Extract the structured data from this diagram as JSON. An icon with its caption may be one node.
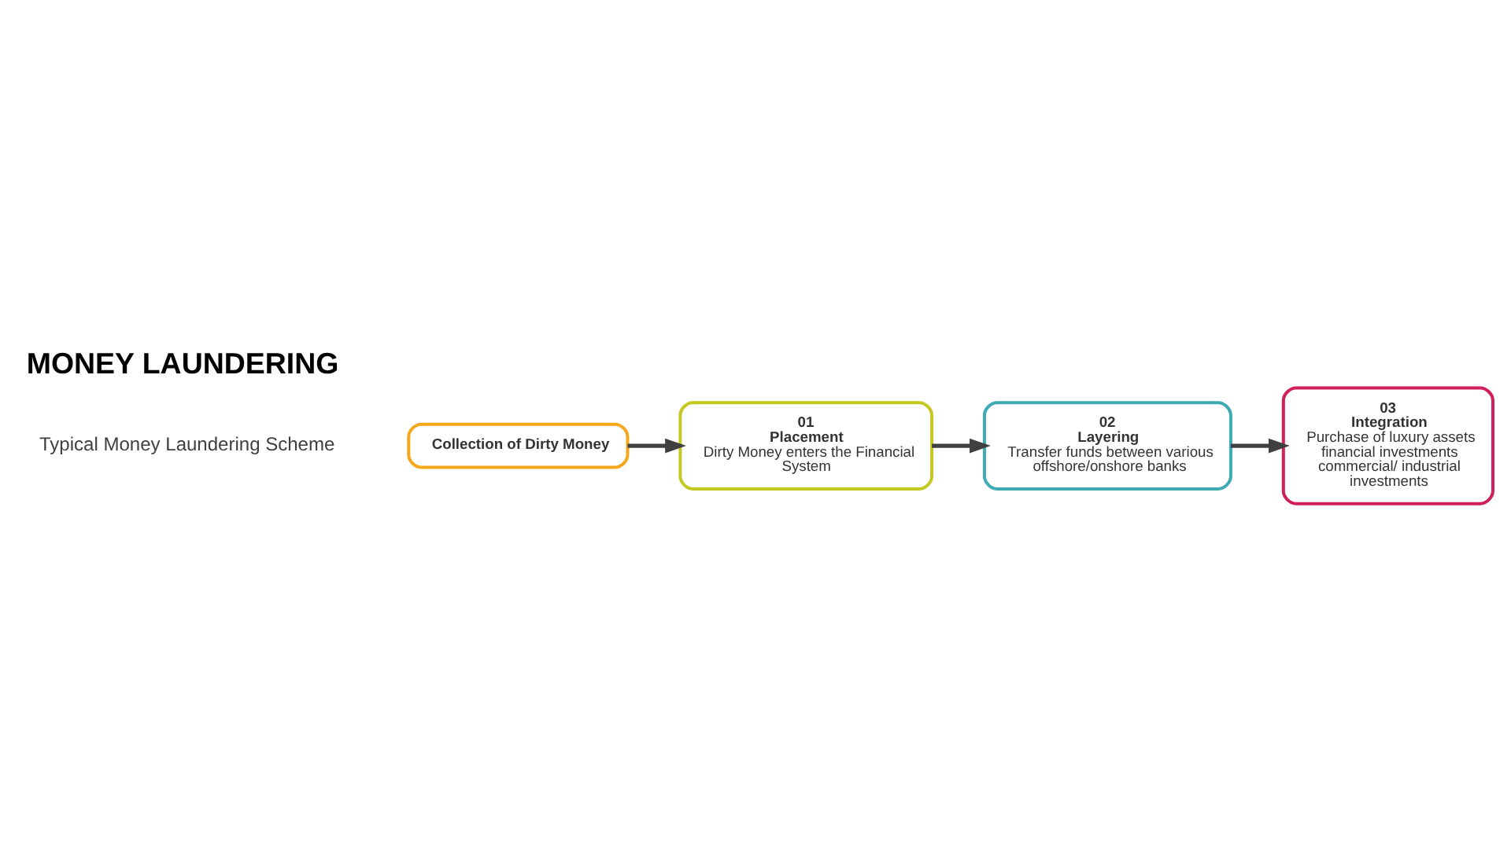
{
  "diagram": {
    "title": "MONEY LAUNDERING",
    "nodes": [
      {
        "text": [
          "Collection of Dirty Money"
        ]
      },
      {
        "text": [
          "01",
          "Placement",
          "Dirty Money enters the Financial System"
        ]
      },
      {
        "text": [
          "02",
          "Layering",
          "Transfer funds between various offshore/onshore banks"
        ]
      },
      {
        "text": [
          "03",
          "Integration",
          "Purchase of luxury assets financial investments commercial/ industrial investments"
        ]
      }
    ],
    "edges": [
      {
        "from": 0,
        "to": 1,
        "arrow": "to"
      },
      {
        "from": 1,
        "to": 2,
        "arrow": "to"
      },
      {
        "from": 2,
        "to": 3,
        "arrow": "to"
      }
    ],
    "labels": [
      "Typical Money Laundering Scheme"
    ]
  }
}
